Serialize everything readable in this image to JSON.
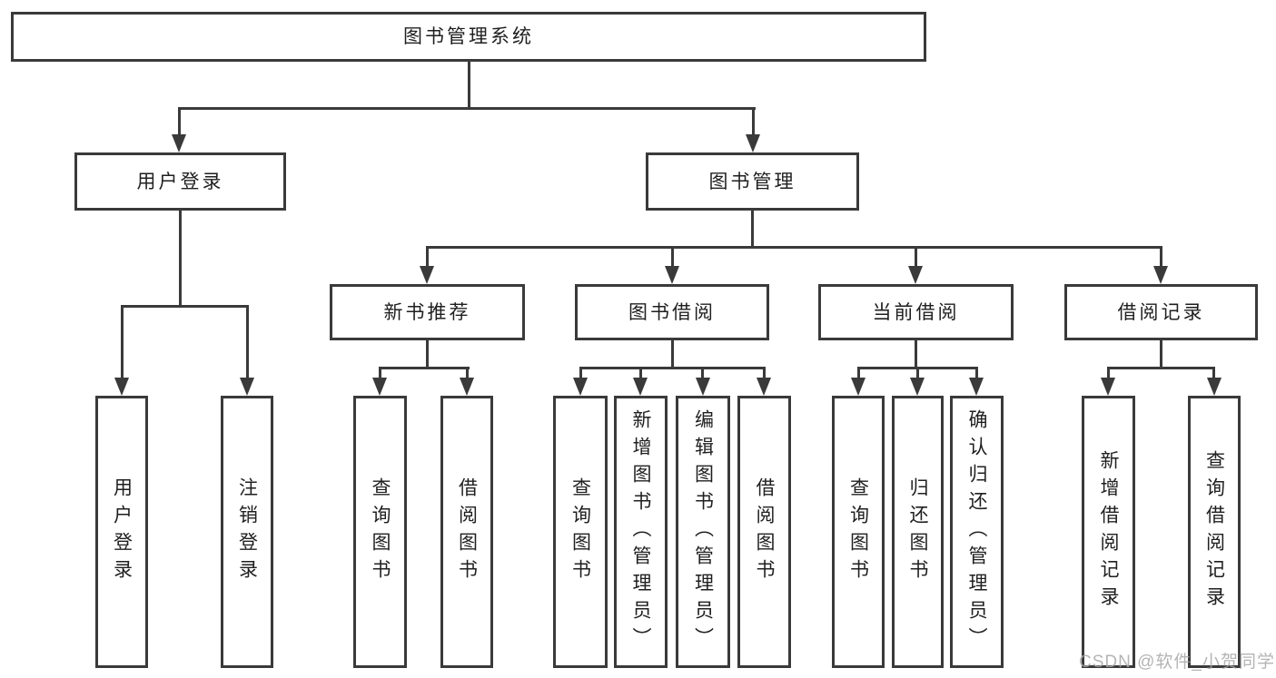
{
  "diagram": {
    "type": "tree-structure-chart",
    "tree": {
      "root_label": "图书管理系统",
      "user_login": {
        "label": "用户登录",
        "leaves": [
          "用户登录",
          "注销登录"
        ]
      },
      "book_mgmt": {
        "label": "图书管理",
        "groups": [
          {
            "label": "新书推荐",
            "leaves": [
              "查询图书",
              "借阅图书"
            ]
          },
          {
            "label": "图书借阅",
            "leaves": [
              "查询图书",
              "新增图书（管理员）",
              "编辑图书（管理员）",
              "借阅图书"
            ]
          },
          {
            "label": "当前借阅",
            "leaves": [
              "查询图书",
              "归还图书",
              "确认归还（管理员）"
            ]
          },
          {
            "label": "借阅记录",
            "leaves": [
              "新增借阅记录",
              "查询借阅记录"
            ]
          }
        ]
      }
    },
    "watermark": "CSDN @软件_小贺同学",
    "colors": {
      "line": "#3a3a3a",
      "text": "#1f1f1f",
      "watermark": "#a8a8a8",
      "background": "#ffffff"
    }
  }
}
